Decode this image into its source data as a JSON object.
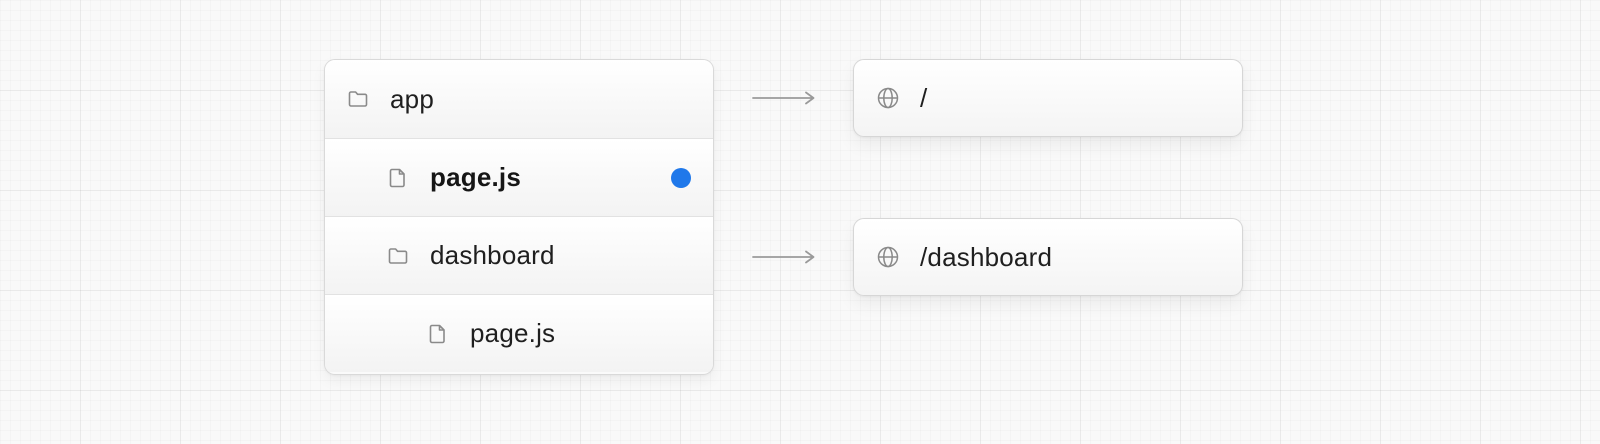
{
  "file_tree": {
    "rows": [
      {
        "label": "app",
        "icon": "folder-icon",
        "depth": 0,
        "bold": false,
        "marked": false
      },
      {
        "label": "page.js",
        "icon": "file-icon",
        "depth": 1,
        "bold": true,
        "marked": true
      },
      {
        "label": "dashboard",
        "icon": "folder-icon",
        "depth": 1,
        "bold": false,
        "marked": false
      },
      {
        "label": "page.js",
        "icon": "file-icon",
        "depth": 2,
        "bold": false,
        "marked": false
      }
    ]
  },
  "routes": [
    {
      "label": "/",
      "icon": "globe-icon"
    },
    {
      "label": "/dashboard",
      "icon": "globe-icon"
    }
  ],
  "colors": {
    "marker": "#1f78ea",
    "icon_stroke": "#8a8a8a",
    "arrow": "#9a9a9a",
    "text": "#1f1f1f"
  }
}
